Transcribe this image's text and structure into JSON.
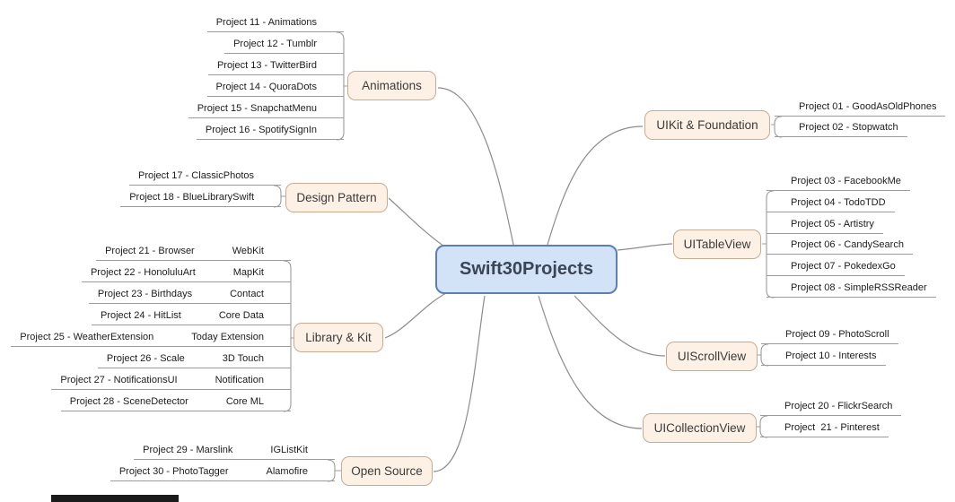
{
  "title": "Swift30Projects",
  "colors": {
    "center_fill": "#d2e3f8",
    "center_border": "#5a7fb5",
    "branch_fill": "#fdf1e6",
    "branch_border": "#c9ab92",
    "connector_line": "#8c8c8c",
    "leaf_line": "#9c9c9c"
  },
  "branches": {
    "animations": {
      "label": "Animations",
      "items": [
        "Project 11 - Animations",
        "Project 12 - Tumblr",
        "Project 13 - TwitterBird",
        "Project 14 - QuoraDots",
        "Project 15 - SnapchatMenu",
        "Project 16 - SpotifySignIn"
      ]
    },
    "design_pattern": {
      "label": "Design Pattern",
      "items": [
        "Project 17 - ClassicPhotos",
        "Project 18 - BlueLibrarySwift"
      ]
    },
    "library_kit": {
      "label": "Library & Kit",
      "items": [
        {
          "project": "Project 21 - Browser",
          "framework": "WebKit"
        },
        {
          "project": "Project 22 - HonoluluArt",
          "framework": "MapKit"
        },
        {
          "project": "Project 23 - Birthdays",
          "framework": "Contact"
        },
        {
          "project": "Project 24 - HitList",
          "framework": "Core Data"
        },
        {
          "project": "Project 25 - WeatherExtension",
          "framework": "Today Extension"
        },
        {
          "project": "Project 26 - Scale",
          "framework": "3D Touch"
        },
        {
          "project": "Project 27 - NotificationsUI",
          "framework": "Notification"
        },
        {
          "project": "Project 28 - SceneDetector",
          "framework": "Core ML"
        }
      ]
    },
    "open_source": {
      "label": "Open Source",
      "items": [
        {
          "project": "Project 29 - Marslink",
          "framework": "IGListKit"
        },
        {
          "project": "Project 30 - PhotoTagger",
          "framework": "Alamofire"
        }
      ]
    },
    "uikit_foundation": {
      "label": "UIKit & Foundation",
      "items": [
        "Project 01 - GoodAsOldPhones",
        "Project 02 - Stopwatch"
      ]
    },
    "uitableview": {
      "label": "UITableView",
      "items": [
        "Project 03 - FacebookMe",
        "Project 04 - TodoTDD",
        "Project 05 - Artistry",
        "Project 06 - CandySearch",
        "Project 07 - PokedexGo",
        "Project 08 - SimpleRSSReader"
      ]
    },
    "uiscrollview": {
      "label": "UIScrollView",
      "items": [
        "Project 09 - PhotoScroll",
        "Project 10 - Interests"
      ]
    },
    "uicollectionview": {
      "label": "UICollectionView",
      "items": [
        "Project 20 - FlickrSearch",
        "Project  21 - Pinterest"
      ]
    }
  }
}
